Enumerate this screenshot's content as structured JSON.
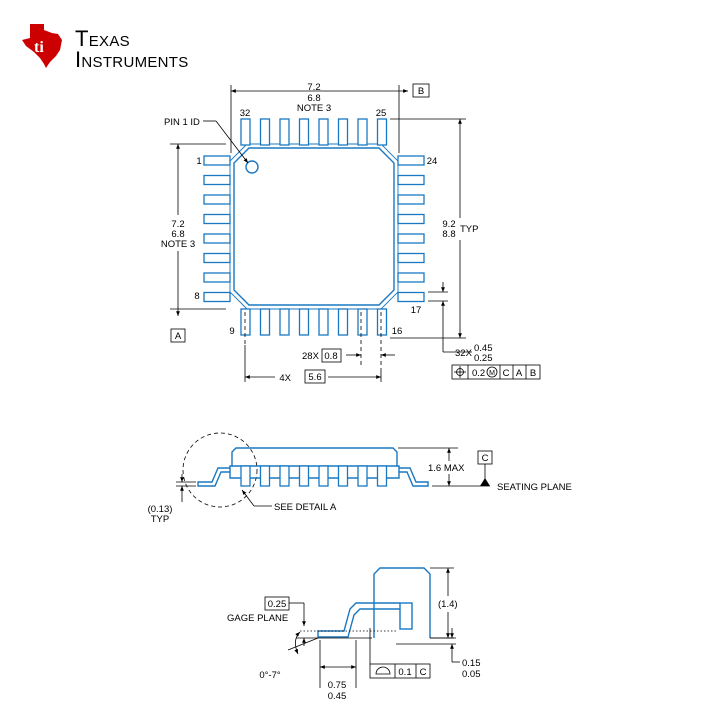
{
  "logo": {
    "line1": "Texas",
    "line2": "Instruments",
    "color": "#cc0000"
  },
  "top_view": {
    "top_width": [
      "7.2",
      "6.8",
      "NOTE 3"
    ],
    "datum_b": "B",
    "pin_top_left": "32",
    "pin_top_right": "25",
    "pin1_label": "PIN 1 ID",
    "pin_left_top": "1",
    "pin_left_bottom": "8",
    "pin_right_top": "24",
    "pin_right_bottom": "17",
    "pin_bottom_left": "9",
    "pin_bottom_right": "16",
    "left_height": [
      "7.2",
      "6.8",
      "NOTE 3"
    ],
    "datum_a": "A",
    "right_height": [
      "9.2",
      "8.8"
    ],
    "right_height_suffix": "TYP",
    "pitch_label": "28X",
    "pitch_value": "0.8",
    "span_label": "4X",
    "span_value": "5.6",
    "lead_count_label": "32X",
    "lead_width": [
      "0.45",
      "0.25"
    ],
    "fcf": {
      "tol": "0.2",
      "modifier": "M",
      "datum1": "C",
      "datum2": "A",
      "datum3": "B"
    }
  },
  "side_view": {
    "height_label": "1.6 MAX",
    "datum_c": "C",
    "seating_plane": "SEATING PLANE",
    "standoff": "(0.13)",
    "standoff_suffix": "TYP",
    "detail_ref": "SEE DETAIL A"
  },
  "detail_view": {
    "gage_value": "0.25",
    "gage_label": "GAGE PLANE",
    "body_height": "(1.4)",
    "angle": "0°-7°",
    "foot_length": [
      "0.75",
      "0.45"
    ],
    "flatness_value": "0.1",
    "flatness_datum": "C",
    "standoff": [
      "0.15",
      "0.05"
    ]
  }
}
